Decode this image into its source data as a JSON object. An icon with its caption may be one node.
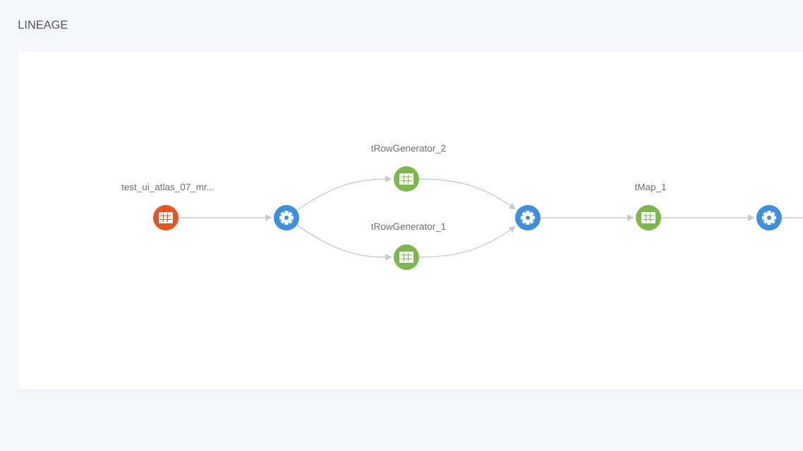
{
  "diagram": {
    "title": "LINEAGE",
    "nodes": [
      {
        "text": [
          "test_ui_atlas_07_mr..."
        ]
      },
      {
        "text": [],
        "shape": "circle"
      },
      {
        "text": [
          "tRowGenerator_2"
        ]
      },
      {
        "text": [
          "tRowGenerator_1"
        ]
      },
      {
        "text": [],
        "shape": "circle"
      },
      {
        "text": [
          "tMap_1"
        ]
      },
      {
        "text": [],
        "shape": "circle"
      }
    ],
    "edges": [
      {
        "from": 0,
        "to": 1,
        "arrow": "to"
      },
      {
        "from": 1,
        "to": 2,
        "arrow": "to"
      },
      {
        "from": 1,
        "to": 3,
        "arrow": "to"
      },
      {
        "from": 2,
        "to": 4,
        "arrow": "to"
      },
      {
        "from": 3,
        "to": 4,
        "arrow": "to"
      },
      {
        "from": 4,
        "to": 5,
        "arrow": "to"
      },
      {
        "from": 5,
        "to": 6,
        "arrow": "to"
      },
      {
        "from": 6,
        "to": null,
        "arrow": "none"
      }
    ]
  }
}
